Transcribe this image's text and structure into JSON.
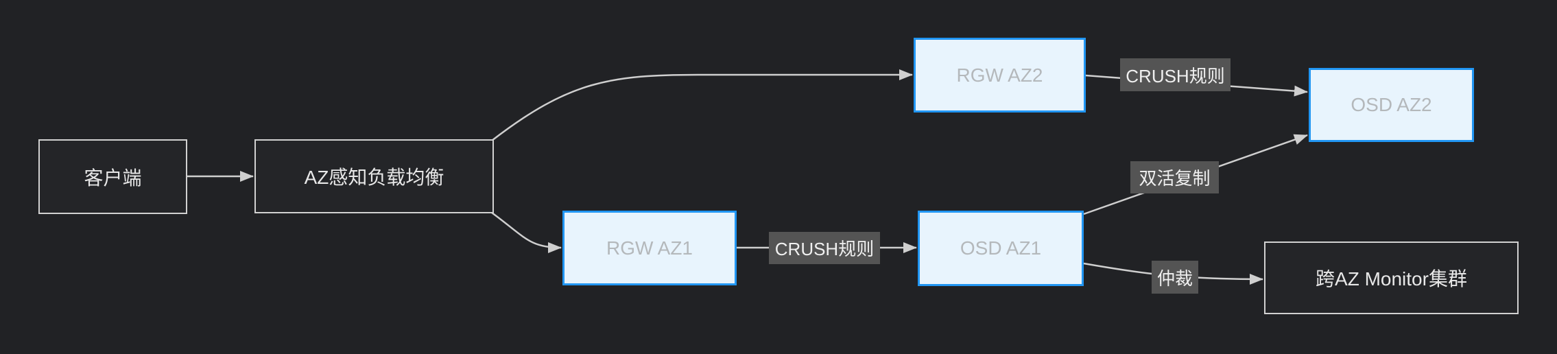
{
  "diagram": {
    "title": "AZ-aware Ceph dual-AZ architecture flowchart",
    "nodes": {
      "client": {
        "label": "客户端",
        "style": "dark"
      },
      "load_balancer": {
        "label": "AZ感知负载均衡",
        "style": "dark"
      },
      "rgw_az2": {
        "label": "RGW AZ2",
        "style": "blue"
      },
      "osd_az2": {
        "label": "OSD AZ2",
        "style": "blue"
      },
      "rgw_az1": {
        "label": "RGW AZ1",
        "style": "blue"
      },
      "osd_az1": {
        "label": "OSD AZ1",
        "style": "blue"
      },
      "monitor": {
        "label": "跨AZ Monitor集群",
        "style": "dark"
      }
    },
    "edges": [
      {
        "from": "客户端",
        "to": "AZ感知负载均衡",
        "label": ""
      },
      {
        "from": "AZ感知负载均衡",
        "to": "RGW AZ2",
        "label": ""
      },
      {
        "from": "AZ感知负载均衡",
        "to": "RGW AZ1",
        "label": ""
      },
      {
        "from": "RGW AZ2",
        "to": "OSD AZ2",
        "label": "CRUSH规则"
      },
      {
        "from": "RGW AZ1",
        "to": "OSD AZ1",
        "label": "CRUSH规则"
      },
      {
        "from": "OSD AZ1",
        "to": "OSD AZ2",
        "label": "双活复制"
      },
      {
        "from": "OSD AZ1",
        "to": "跨AZ Monitor集群",
        "label": "仲裁"
      }
    ],
    "colors": {
      "background": "#212225",
      "dark_node_fill": "#242528",
      "dark_node_border": "#d2d2d2",
      "dark_node_text": "#e8e8e8",
      "blue_node_fill": "#e8f4fd",
      "blue_node_border": "#2196f3",
      "blue_node_text": "#b4b8bb",
      "edge_stroke": "#cfcfcf",
      "edge_label_bg": "#545454",
      "edge_label_text": "#f0f0f0"
    }
  }
}
